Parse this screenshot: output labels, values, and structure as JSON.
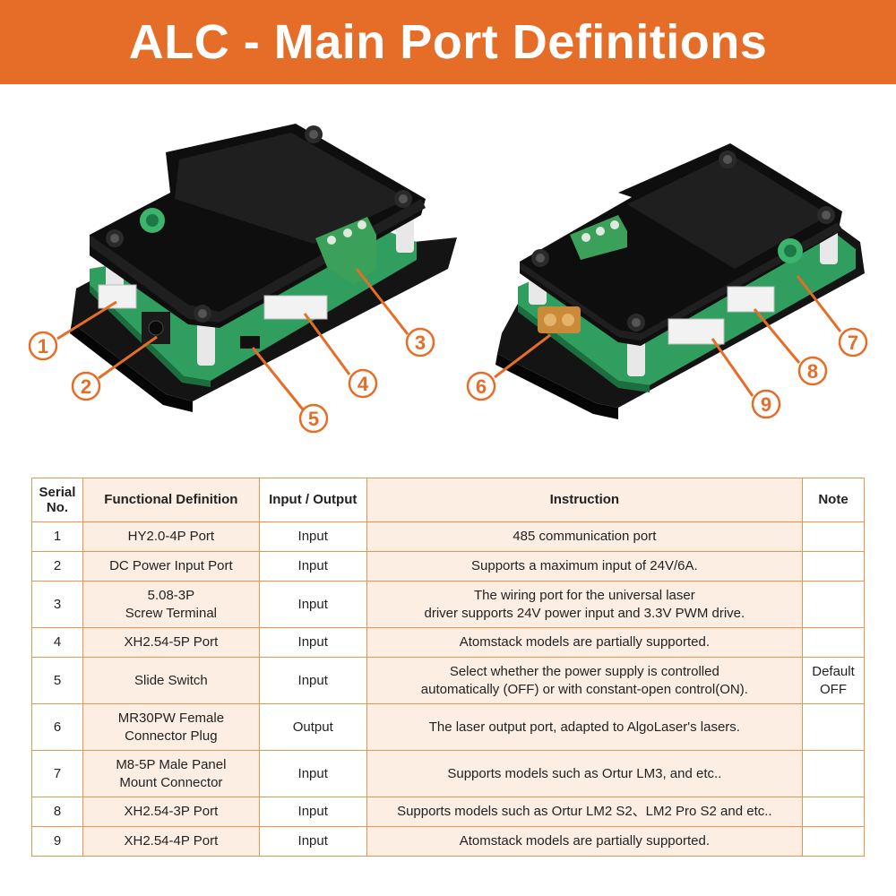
{
  "title": "ALC - Main Port Definitions",
  "callouts": [
    "1",
    "2",
    "3",
    "4",
    "5",
    "6",
    "7",
    "8",
    "9"
  ],
  "colors": {
    "accent": "#e66d27",
    "table_border": "#e9944f",
    "shade": "#fdeee3",
    "pcb": "#2f9e5e"
  },
  "table": {
    "headers": {
      "serial": "Serial No.",
      "function": "Functional Definition",
      "io": "Input / Output",
      "instruction": "Instruction",
      "note": "Note"
    },
    "rows": [
      {
        "no": "1",
        "function": "HY2.0-4P Port",
        "io": "Input",
        "instruction": "485 communication port",
        "note": ""
      },
      {
        "no": "2",
        "function": "DC Power Input Port",
        "io": "Input",
        "instruction": "Supports a maximum input of 24V/6A.",
        "note": ""
      },
      {
        "no": "3",
        "function": "5.08-3P\nScrew Terminal",
        "io": "Input",
        "instruction": "The wiring port for the universal laser\ndriver supports 24V power input and 3.3V PWM drive.",
        "note": ""
      },
      {
        "no": "4",
        "function": "XH2.54-5P Port",
        "io": "Input",
        "instruction": "Atomstack models are partially supported.",
        "note": ""
      },
      {
        "no": "5",
        "function": "Slide Switch",
        "io": "Input",
        "instruction": "Select whether the power supply is controlled\nautomatically (OFF) or with constant-open control(ON).",
        "note": "Default\nOFF"
      },
      {
        "no": "6",
        "function": "MR30PW Female\nConnector Plug",
        "io": "Output",
        "instruction": "The laser output port, adapted to AlgoLaser's lasers.",
        "note": ""
      },
      {
        "no": "7",
        "function": "M8-5P Male Panel\nMount Connector",
        "io": "Input",
        "instruction": "Supports models such as Ortur LM3, and etc..",
        "note": ""
      },
      {
        "no": "8",
        "function": "XH2.54-3P Port",
        "io": "Input",
        "instruction": "Supports models such as Ortur LM2 S2、LM2 Pro S2 and etc..",
        "note": ""
      },
      {
        "no": "9",
        "function": "XH2.54-4P Port",
        "io": "Input",
        "instruction": "Atomstack models are partially supported.",
        "note": ""
      }
    ]
  }
}
